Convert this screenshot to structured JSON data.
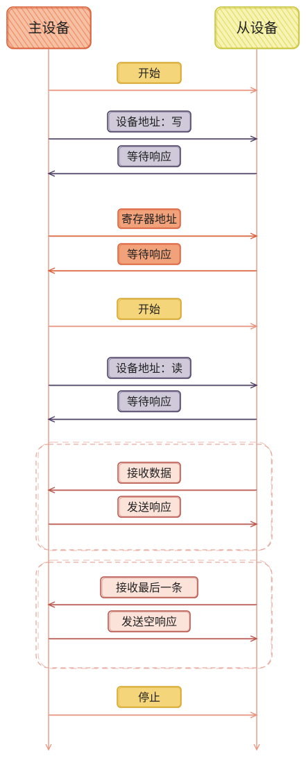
{
  "participants": {
    "master": {
      "label": "主设备",
      "fill": "#f2a27a",
      "stroke": "#d9603b"
    },
    "slave": {
      "label": "从设备",
      "fill": "#f0ec8e",
      "stroke": "#c9c33a"
    }
  },
  "messages": [
    {
      "id": "start-1",
      "label": "开始",
      "direction": "to-slave",
      "fill": "#f5d57a",
      "stroke": "#d4a42a",
      "line": "#e8907a"
    },
    {
      "id": "addr-write",
      "label": "设备地址：写",
      "direction": "to-slave",
      "fill": "#cfc9d9",
      "stroke": "#4b3f63",
      "line": "#4b3f63"
    },
    {
      "id": "wait-ack-1",
      "label": "等待响应",
      "direction": "to-master",
      "fill": "#cfc9d9",
      "stroke": "#4b3f63",
      "line": "#4b3f63"
    },
    {
      "id": "reg-addr",
      "label": "寄存器地址",
      "direction": "to-slave",
      "fill": "#f2a27a",
      "stroke": "#d9603b",
      "line": "#d9603b"
    },
    {
      "id": "wait-ack-2",
      "label": "等待响应",
      "direction": "to-master",
      "fill": "#f2a27a",
      "stroke": "#d9603b",
      "line": "#d9603b"
    },
    {
      "id": "start-2",
      "label": "开始",
      "direction": "to-slave",
      "fill": "#f5d57a",
      "stroke": "#d4a42a",
      "line": "#e8907a"
    },
    {
      "id": "addr-read",
      "label": "设备地址：读",
      "direction": "to-slave",
      "fill": "#cfc9d9",
      "stroke": "#4b3f63",
      "line": "#4b3f63"
    },
    {
      "id": "wait-ack-3",
      "label": "等待响应",
      "direction": "to-master",
      "fill": "#cfc9d9",
      "stroke": "#4b3f63",
      "line": "#4b3f63"
    },
    {
      "id": "recv-data",
      "label": "接收数据",
      "direction": "to-master",
      "fill": "#fbe3da",
      "stroke": "#b8544a",
      "line": "#b8544a"
    },
    {
      "id": "send-ack",
      "label": "发送响应",
      "direction": "to-slave",
      "fill": "#fbe3da",
      "stroke": "#b8544a",
      "line": "#b8544a"
    },
    {
      "id": "recv-last",
      "label": "接收最后一条",
      "direction": "to-master",
      "fill": "#fbe3da",
      "stroke": "#b8544a",
      "line": "#b8544a"
    },
    {
      "id": "send-nack",
      "label": "发送空响应",
      "direction": "to-slave",
      "fill": "#fbe3da",
      "stroke": "#b8544a",
      "line": "#b8544a"
    },
    {
      "id": "stop",
      "label": "停止",
      "direction": "to-slave",
      "fill": "#f5d57a",
      "stroke": "#d4a42a",
      "line": "#e8907a"
    }
  ],
  "groups": [
    {
      "id": "loop-1",
      "stroke": "#e6a99b"
    },
    {
      "id": "loop-2",
      "stroke": "#e6a99b"
    }
  ],
  "lifeline_color": "#e8907a"
}
